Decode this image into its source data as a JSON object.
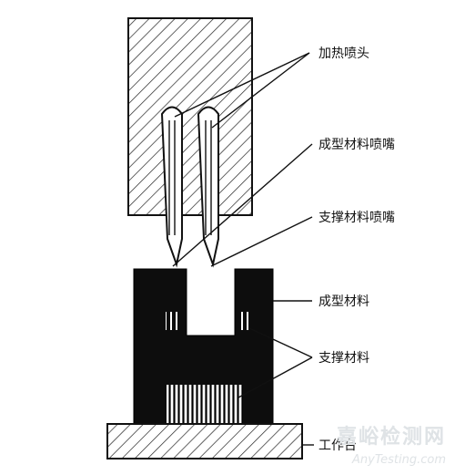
{
  "labels": {
    "heating_nozzle": "加热喷头",
    "build_nozzle": "成型材料喷嘴",
    "support_nozzle": "支撑材料喷嘴",
    "build_material": "成型材料",
    "support_material": "支撑材料",
    "platform": "工作台"
  },
  "watermark": {
    "cn": "嘉峪检测网",
    "en": "AnyTesting.com"
  },
  "colors": {
    "line": "#111111",
    "build_material": "#0d0d0d",
    "hatch": "#222222",
    "watermark": "#dfe3e6"
  }
}
